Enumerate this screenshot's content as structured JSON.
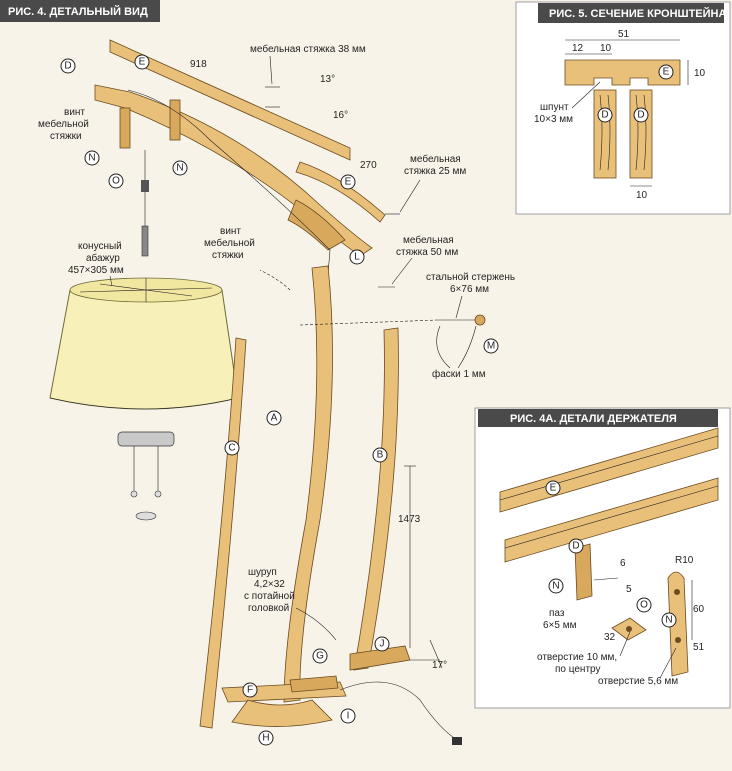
{
  "panels": {
    "main_title": "РИС. 4. ДЕТАЛЬНЫЙ ВИД",
    "section_title": "РИС. 5. СЕЧЕНИЕ КРОНШТЕЙНА",
    "holder_title": "РИС. 4А. ДЕТАЛИ ДЕРЖАТЕЛЯ"
  },
  "callouts": {
    "A": "A",
    "B": "B",
    "C": "C",
    "D": "D",
    "E": "E",
    "F": "F",
    "G": "G",
    "H": "H",
    "I": "I",
    "J": "J",
    "L": "L",
    "M": "M",
    "N": "N",
    "O": "O"
  },
  "main_labels": {
    "len_918": "918",
    "screw38": "мебельная стяжка 38 мм",
    "ang13": "13°",
    "ang16": "16°",
    "len270": "270",
    "screw25_1": "мебельная",
    "screw25_2": "стяжка 25 мм",
    "vint1_1": "винт",
    "vint1_2": "мебельной",
    "vint1_3": "стяжки",
    "shade_1": "конусный",
    "shade_2": "абажур",
    "shade_3": "457×305 мм",
    "vint2_1": "винт",
    "vint2_2": "мебельной",
    "vint2_3": "стяжки",
    "screw50_1": "мебельная",
    "screw50_2": "стяжка 50 мм",
    "rod_1": "стальной стержень",
    "rod_2": "6×76 мм",
    "chamfer": "фаски 1 мм",
    "len1473": "1473",
    "shurup_1": "шуруп",
    "shurup_2": "4,2×32",
    "shurup_3": "с потайной",
    "shurup_4": "головкой",
    "ang17": "17°"
  },
  "section_labels": {
    "w51": "51",
    "w12": "12",
    "w10a": "10",
    "h10": "10",
    "spunt_1": "шпунт",
    "spunt_2": "10×3 мм",
    "w10b": "10"
  },
  "holder_labels": {
    "d6": "6",
    "d5": "5",
    "paz_1": "паз",
    "paz_2": "6×5 мм",
    "r10": "R10",
    "d60": "60",
    "d51": "51",
    "d32": "32",
    "hole10_1": "отверстие 10 мм,",
    "hole10_2": "по центру",
    "hole56": "отверстие 5,6 мм"
  },
  "colors": {
    "header_bg": "#4a4a4a",
    "wood_light": "#e9c07a",
    "wood_dark": "#d8a85c",
    "shade_fill": "#f7f0b8",
    "background": "#f7f3e8"
  }
}
